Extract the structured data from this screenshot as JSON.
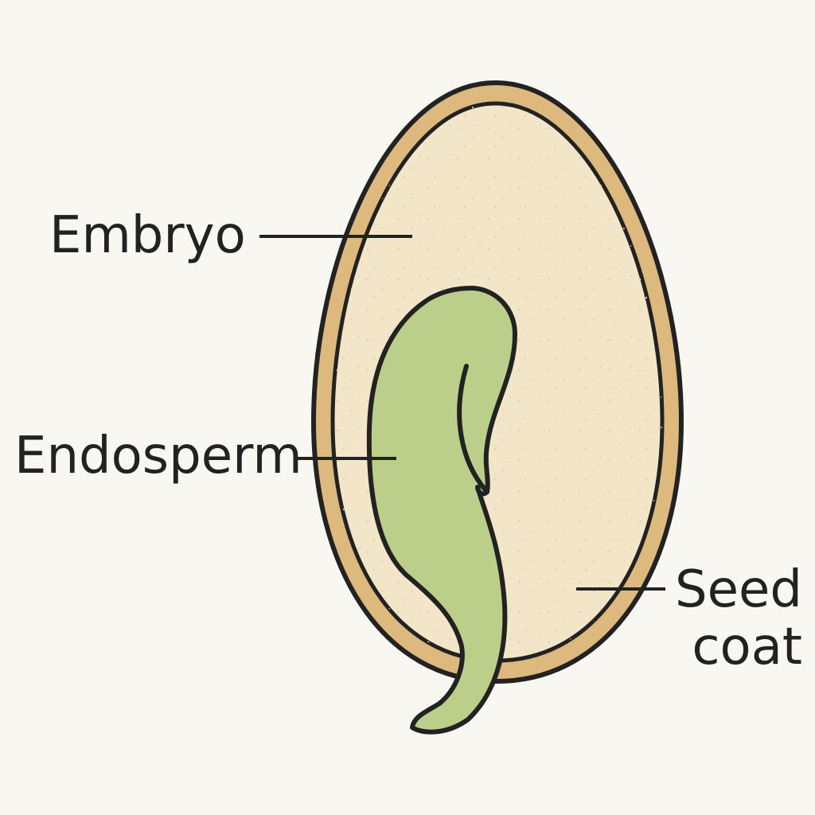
{
  "labels": {
    "embryo": "Embryo",
    "endosperm": "Endosperm",
    "seed_coat_line1": "Seed",
    "seed_coat_line2": "coat"
  },
  "colors": {
    "background": "#f9f7f2",
    "seed_coat": "#ddb97e",
    "interior": "#f3e6c8",
    "embryo_green": "#bccf8a",
    "outline": "#222222"
  }
}
